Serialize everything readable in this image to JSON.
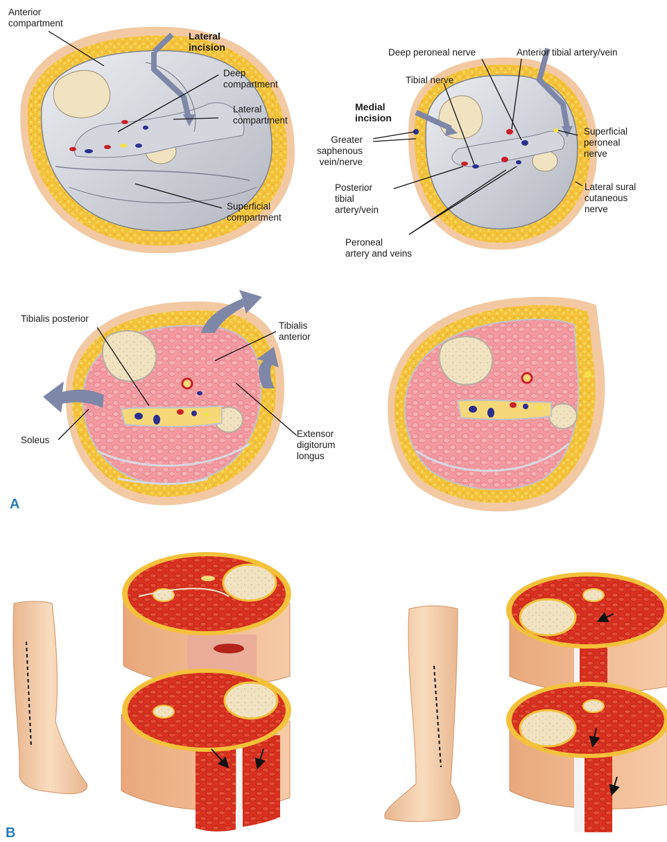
{
  "colors": {
    "fat": "#f3c13a",
    "fat_dark": "#e0a52a",
    "skin": "#f2c9a2",
    "fascia": "#c9ccd3",
    "compartment_gray": "#b9bcc4",
    "bone": "#f1e2c2",
    "muscle_pink": "#f29aa0",
    "muscle_red": "#d9301f",
    "artery": "#c8202a",
    "vein": "#2b2f8f",
    "nerve": "#f4e04a",
    "arrow": "#7f87a8",
    "panel_letter": "#2a7ab8",
    "leg_skin": "#f6d0ad"
  },
  "panel_a": {
    "letter": "A",
    "top_left": {
      "anterior_compartment": "Anterior\ncompartment",
      "lateral_incision": "Lateral\nincision",
      "deep_compartment": "Deep\ncompartment",
      "lateral_compartment": "Lateral\ncompartment",
      "superficial_compartment": "Superficial\ncompartment"
    },
    "top_right": {
      "deep_peroneal_nerve": "Deep peroneal nerve",
      "anterior_tibial_artery_vein": "Anterior tibial artery/vein",
      "tibial_nerve": "Tibial nerve",
      "medial_incision": "Medial\nincision",
      "greater_saphenous": "Greater\nsaphenous\nvein/nerve",
      "superficial_peroneal_nerve": "Superficial\nperoneal\nnerve",
      "posterior_tibial": "Posterior\ntibial\nartery/vein",
      "lateral_sural": "Lateral sural\ncutaneous\nnerve",
      "peroneal_artery_veins": "Peroneal\nartery and veins"
    },
    "bottom_left": {
      "tibialis_posterior": "Tibialis posterior",
      "tibialis_anterior": "Tibialis\nanterior",
      "soleus": "Soleus",
      "extensor_digitorum": "Extensor\ndigitorum\nlongus"
    }
  },
  "panel_b": {
    "letter": "B"
  }
}
